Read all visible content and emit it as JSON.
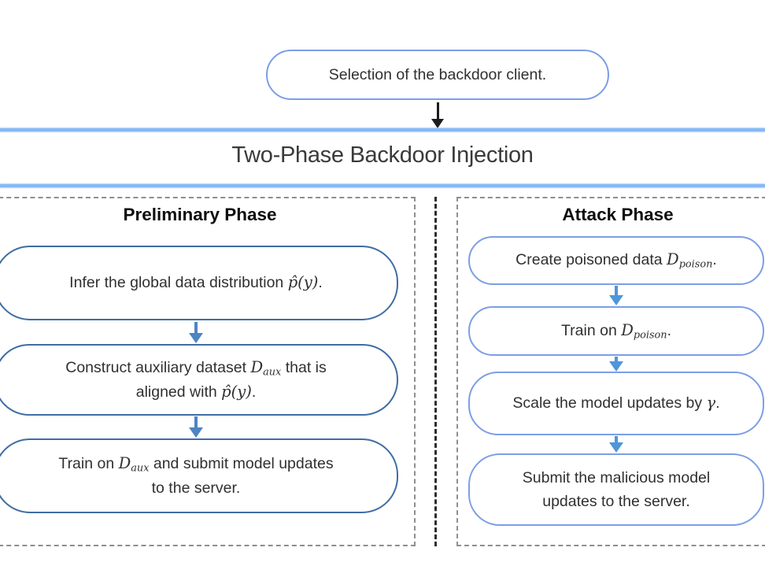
{
  "colors": {
    "line_blue": "#86b8f4",
    "pill_blue": "#7c9ee6",
    "steel_blue": "#3f6da3",
    "arrow_left": "#4d84c2",
    "arrow_right": "#4e96da",
    "arrow_black": "#1c1c1c",
    "dash_gray": "#8f8f8f",
    "dash_dark": "#2d2d2d",
    "title_text": "#3a3a3a"
  },
  "flow": {
    "selection_label": "Selection of the backdoor client."
  },
  "banner": {
    "title": "Two-Phase Backdoor Injection"
  },
  "preliminary_phase": {
    "title": "Preliminary Phase",
    "steps": [
      {
        "parts": [
          {
            "s": "t",
            "v": "Infer the global data distribution "
          },
          {
            "s": "m",
            "v": "p̂(y)"
          },
          {
            "s": "t",
            "v": "."
          }
        ]
      },
      {
        "parts": [
          {
            "s": "t",
            "v": "Construct auxiliary dataset "
          },
          {
            "s": "m",
            "v": "D"
          },
          {
            "s": "s",
            "v": "aux"
          },
          {
            "s": "t",
            "v": " that is aligned with "
          },
          {
            "s": "m",
            "v": "p̂(y)"
          },
          {
            "s": "t",
            "v": "."
          }
        ]
      },
      {
        "parts": [
          {
            "s": "t",
            "v": "Train on "
          },
          {
            "s": "m",
            "v": "D"
          },
          {
            "s": "s",
            "v": "aux"
          },
          {
            "s": "t",
            "v": " and submit model updates to the server."
          }
        ]
      }
    ]
  },
  "attack_phase": {
    "title": "Attack Phase",
    "steps": [
      {
        "parts": [
          {
            "s": "t",
            "v": "Create poisoned data "
          },
          {
            "s": "m",
            "v": "D"
          },
          {
            "s": "s",
            "v": "poison"
          },
          {
            "s": "t",
            "v": "."
          }
        ]
      },
      {
        "parts": [
          {
            "s": "t",
            "v": "Train on "
          },
          {
            "s": "m",
            "v": "D"
          },
          {
            "s": "s",
            "v": "poison"
          },
          {
            "s": "t",
            "v": "."
          }
        ]
      },
      {
        "parts": [
          {
            "s": "t",
            "v": "Scale the model updates by "
          },
          {
            "s": "m",
            "v": "γ"
          },
          {
            "s": "t",
            "v": "."
          }
        ]
      },
      {
        "parts": [
          {
            "s": "t",
            "v": "Submit the malicious model updates to the server."
          }
        ]
      }
    ]
  }
}
